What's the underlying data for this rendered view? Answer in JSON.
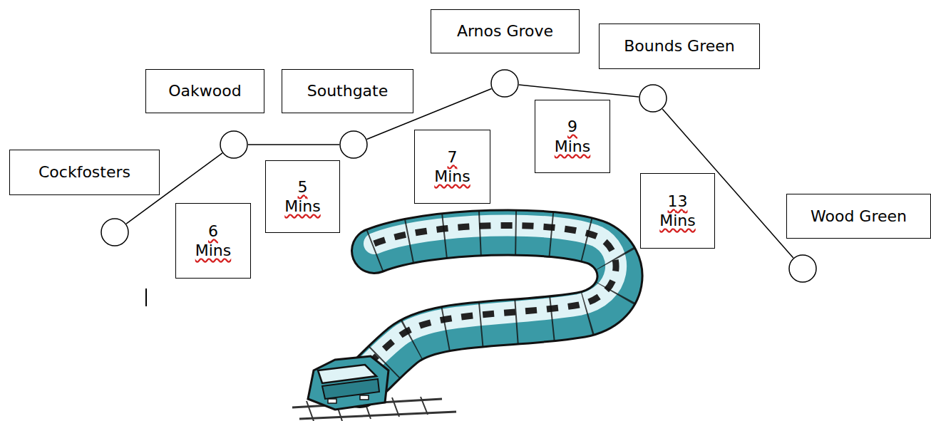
{
  "diagram": {
    "nodes": [
      {
        "text": [
          "Cockfosters"
        ]
      },
      {
        "text": [
          "Oakwood"
        ]
      },
      {
        "text": [
          "Southgate"
        ]
      },
      {
        "text": [
          "Arnos Grove"
        ]
      },
      {
        "text": [
          "Bounds Green"
        ]
      },
      {
        "text": [
          "Wood Green"
        ]
      },
      {
        "text": [
          "6 Mins"
        ]
      },
      {
        "text": [
          "5 Mins"
        ]
      },
      {
        "text": [
          "7 Mins"
        ]
      },
      {
        "text": [
          "9 Mins"
        ]
      },
      {
        "text": [
          "13 Mins"
        ]
      }
    ],
    "edges": [
      {
        "from": 0,
        "to": 1,
        "arrow": "none"
      },
      {
        "from": 1,
        "to": 2,
        "arrow": "none"
      },
      {
        "from": 2,
        "to": 3,
        "arrow": "none"
      },
      {
        "from": 3,
        "to": 4,
        "arrow": "none"
      },
      {
        "from": 4,
        "to": 5,
        "arrow": "none"
      }
    ]
  }
}
